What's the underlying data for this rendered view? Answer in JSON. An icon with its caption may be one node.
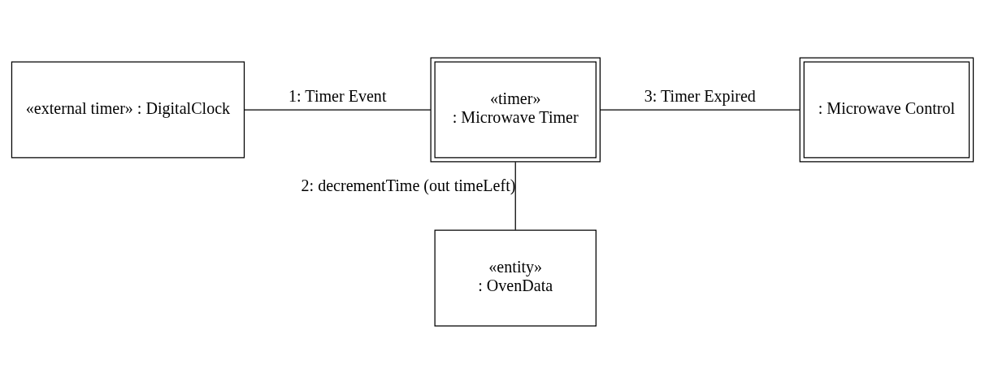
{
  "diagram": {
    "nodes": [
      {
        "text": [
          "«external timer» : DigitalClock"
        ]
      },
      {
        "text": [
          "«timer»",
          ": Microwave Timer"
        ]
      },
      {
        "text": [
          ": Microwave Control"
        ]
      },
      {
        "text": [
          "«entity»",
          ": OvenData"
        ]
      }
    ],
    "edges": [
      {
        "from": 0,
        "to": 1,
        "arrow": "none",
        "label": "1: Timer Event"
      },
      {
        "from": 1,
        "to": 3,
        "arrow": "none",
        "label": "2: decrementTime (out timeLeft)"
      },
      {
        "from": 1,
        "to": 2,
        "arrow": "none",
        "label": "3: Timer Expired"
      }
    ]
  }
}
